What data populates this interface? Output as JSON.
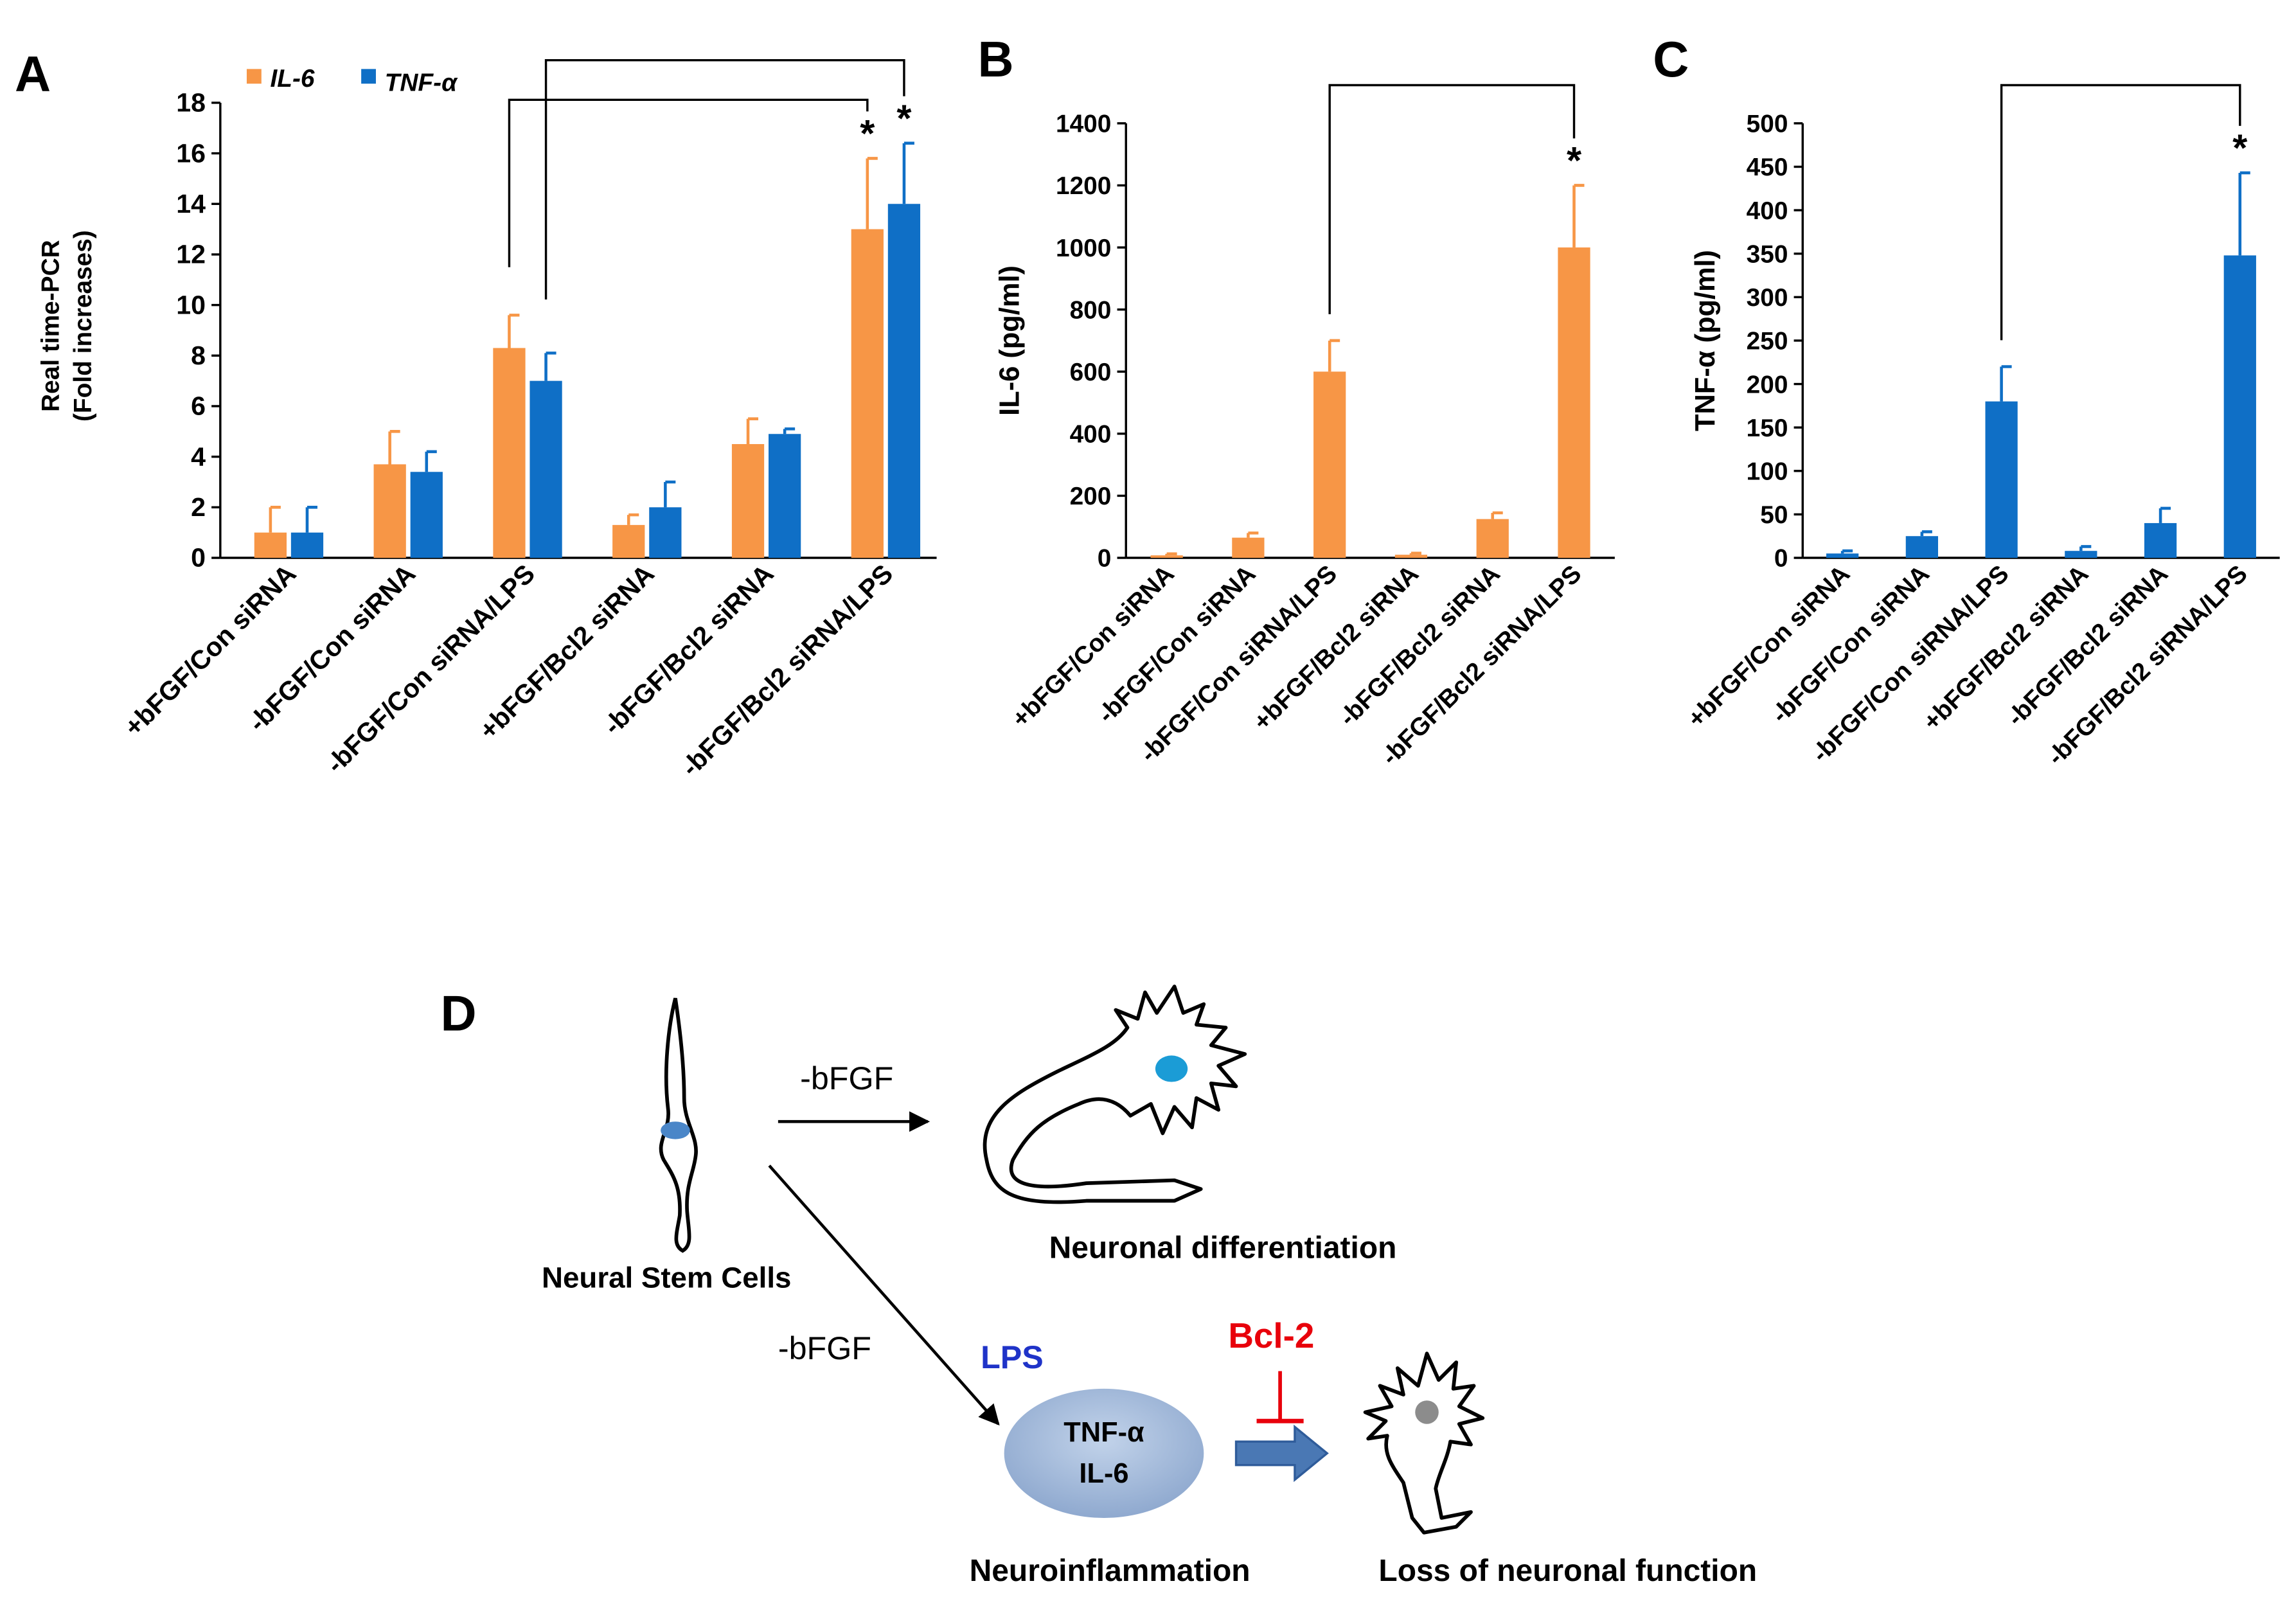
{
  "colors": {
    "orange": "#F79646",
    "blue": "#0F6FC6",
    "il6_orange": "#F79646",
    "red": "#E8000B",
    "lps_blue": "#1F33C8",
    "cell_blue": "#4A86C8",
    "ellipse": "#9AB2D3",
    "arrow_fill": "#4A78B4",
    "arrow_stroke": "#2F5C9A"
  },
  "panels": {
    "a": "A",
    "b": "B",
    "c": "C",
    "d": "D"
  },
  "chart_data": [
    {
      "id": "A",
      "type": "bar",
      "ylabel": "Real time-PCR",
      "ylabel2": "(Fold increases)",
      "ylim": [
        0,
        18
      ],
      "yticks": [
        0,
        2,
        4,
        6,
        8,
        10,
        12,
        14,
        16,
        18
      ],
      "categories": [
        "+bFGF/Con siRNA",
        "-bFGF/Con siRNA",
        "-bFGF/Con siRNA/LPS",
        "+bFGF/Bcl2 siRNA",
        "-bFGF/Bcl2 siRNA",
        "-bFGF/Bcl2 siRNA/LPS"
      ],
      "legend": [
        "IL-6",
        "TNF-α"
      ],
      "legend_position": "top-left",
      "series": [
        {
          "name": "IL-6",
          "color": "#F79646",
          "values": [
            1.0,
            3.7,
            8.3,
            1.3,
            4.5,
            13.0
          ],
          "errors": [
            1.0,
            1.3,
            1.3,
            0.4,
            1.0,
            2.8
          ]
        },
        {
          "name": "TNF-α",
          "color": "#0F6FC6",
          "values": [
            1.0,
            3.4,
            7.0,
            2.0,
            4.9,
            14.0
          ],
          "errors": [
            1.0,
            0.8,
            1.1,
            1.0,
            0.2,
            2.4
          ]
        }
      ],
      "significance": [
        {
          "from": [
            2,
            0
          ],
          "to": [
            5,
            0
          ],
          "label": "*"
        },
        {
          "from": [
            2,
            1
          ],
          "to": [
            5,
            1
          ],
          "label": "*"
        }
      ]
    },
    {
      "id": "B",
      "type": "bar",
      "ylabel": "IL-6 (pg/ml)",
      "ylim": [
        0,
        1400
      ],
      "yticks": [
        0,
        200,
        400,
        600,
        800,
        1000,
        1200,
        1400
      ],
      "categories": [
        "+bFGF/Con siRNA",
        "-bFGF/Con siRNA",
        "-bFGF/Con siRNA/LPS",
        "+bFGF/Bcl2 siRNA",
        "-bFGF/Bcl2 siRNA",
        "-bFGF/Bcl2 siRNA/LPS"
      ],
      "series": [
        {
          "color": "#F79646",
          "values": [
            8,
            65,
            600,
            10,
            125,
            1000
          ],
          "errors": [
            5,
            15,
            100,
            5,
            20,
            200
          ]
        }
      ],
      "significance": [
        {
          "from": 2,
          "to": 5,
          "label": "*"
        }
      ]
    },
    {
      "id": "C",
      "type": "bar",
      "ylabel": "TNF-α (pg/ml)",
      "ylim": [
        0,
        500
      ],
      "yticks": [
        0,
        50,
        100,
        150,
        200,
        250,
        300,
        350,
        400,
        450,
        500
      ],
      "categories": [
        "+bFGF/Con siRNA",
        "-bFGF/Con siRNA",
        "-bFGF/Con siRNA/LPS",
        "+bFGF/Bcl2 siRNA",
        "-bFGF/Bcl2 siRNA",
        "-bFGF/Bcl2 siRNA/LPS"
      ],
      "series": [
        {
          "color": "#0F6FC6",
          "values": [
            5,
            25,
            180,
            8,
            40,
            348
          ],
          "errors": [
            3,
            5,
            40,
            5,
            17,
            95
          ]
        }
      ],
      "significance": [
        {
          "from": 2,
          "to": 5,
          "label": "*"
        }
      ]
    }
  ],
  "diagram": {
    "nsc_label": "Neural Stem Cells",
    "minus_bfgf_top": "-bFGF",
    "minus_bfgf_bottom": "-bFGF",
    "neuronal_diff": "Neuronal differentiation",
    "lps": "LPS",
    "bcl2": "Bcl-2",
    "tnf": "TNF-α",
    "il6": "IL-6",
    "neuroinflammation": "Neuroinflammation",
    "loss": "Loss of neuronal function"
  }
}
